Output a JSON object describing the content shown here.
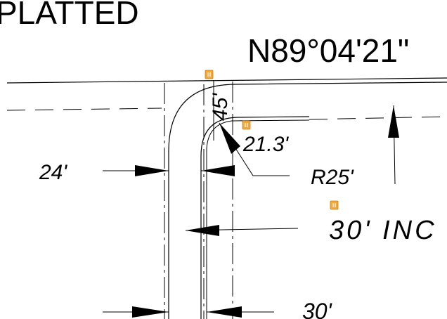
{
  "drawing": {
    "plat_label": "PLATTED",
    "bearing": "N89°04'21\"",
    "dims": {
      "d45": "45'",
      "d21": "21.3'",
      "d24": "24'",
      "r25": "R25'",
      "d30_inc": "30' INC",
      "d30_bottom": "30'"
    }
  },
  "markers": [
    {
      "name": "comment-marker-1"
    },
    {
      "name": "comment-marker-2"
    },
    {
      "name": "comment-marker-3"
    }
  ],
  "colors": {
    "line": "#000000",
    "marker": "#f2a93b",
    "background": "#ffffff"
  }
}
